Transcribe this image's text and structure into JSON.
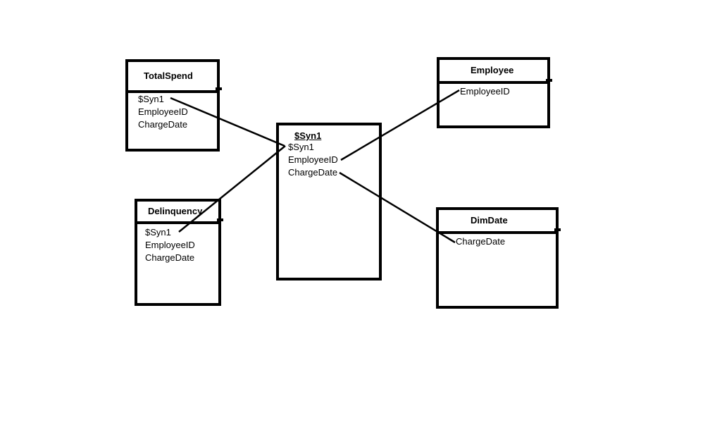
{
  "tables": {
    "totalspend": {
      "title": "TotalSpend",
      "fields": [
        "$Syn1",
        "EmployeeID",
        "ChargeDate"
      ]
    },
    "delinquency": {
      "title": "Delinquency",
      "fields": [
        "$Syn1",
        "EmployeeID",
        "ChargeDate"
      ]
    },
    "syn1": {
      "title": "$Syn1",
      "fields": [
        "$Syn1",
        "EmployeeID",
        "ChargeDate"
      ]
    },
    "employee": {
      "title": "Employee",
      "fields": [
        "EmployeeID"
      ]
    },
    "dimdate": {
      "title": "DimDate",
      "fields": [
        "ChargeDate"
      ]
    }
  },
  "relationships": [
    {
      "from": "TotalSpend.$Syn1",
      "to": "$Syn1.$Syn1"
    },
    {
      "from": "Delinquency.$Syn1",
      "to": "$Syn1.$Syn1"
    },
    {
      "from": "$Syn1.EmployeeID",
      "to": "Employee.EmployeeID"
    },
    {
      "from": "$Syn1.ChargeDate",
      "to": "DimDate.ChargeDate"
    }
  ]
}
